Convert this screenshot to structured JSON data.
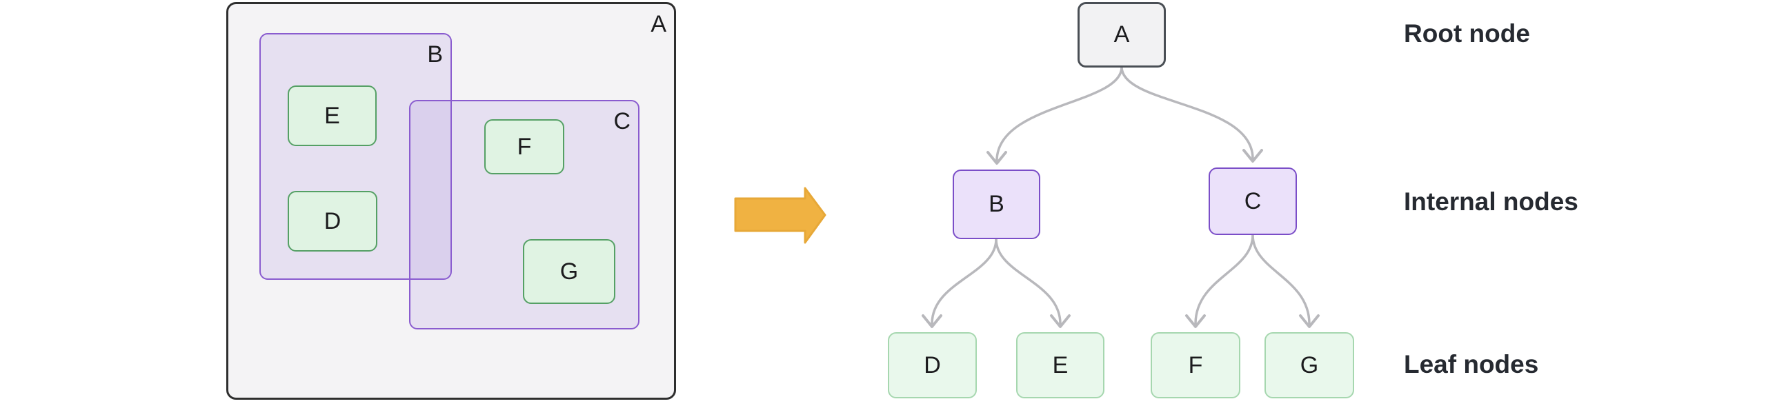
{
  "left_diagram": {
    "outer": {
      "label": "A"
    },
    "groups": [
      {
        "label": "B"
      },
      {
        "label": "C"
      }
    ],
    "items": [
      {
        "label": "E"
      },
      {
        "label": "D"
      },
      {
        "label": "F"
      },
      {
        "label": "G"
      }
    ]
  },
  "transform_arrow": {
    "icon": "right-arrow",
    "color": "#f0b242"
  },
  "tree": {
    "root": {
      "label": "A"
    },
    "internal": [
      {
        "label": "B"
      },
      {
        "label": "C"
      }
    ],
    "leaves": [
      {
        "label": "D"
      },
      {
        "label": "E"
      },
      {
        "label": "F"
      },
      {
        "label": "G"
      }
    ]
  },
  "annotations": {
    "root_label": "Root node",
    "internal_label": "Internal nodes",
    "leaf_label": "Leaf nodes"
  },
  "colors": {
    "outer_fill": "#f4f3f5",
    "outer_border": "#2e2e2e",
    "group_border": "#8a5ccf",
    "item_fill": "#e0f3e3",
    "item_border": "#55a065",
    "root_fill": "#f2f2f3",
    "root_border": "#4a4f55",
    "internal_fill": "#ebe1fa",
    "internal_border": "#7b4ec8",
    "leaf_fill": "#e9f8ec",
    "leaf_border": "#a6d7af",
    "edge": "#b8b8bc",
    "arrow": "#f0b242",
    "text": "#1b1b1d",
    "annotation_text": "#262a31"
  }
}
